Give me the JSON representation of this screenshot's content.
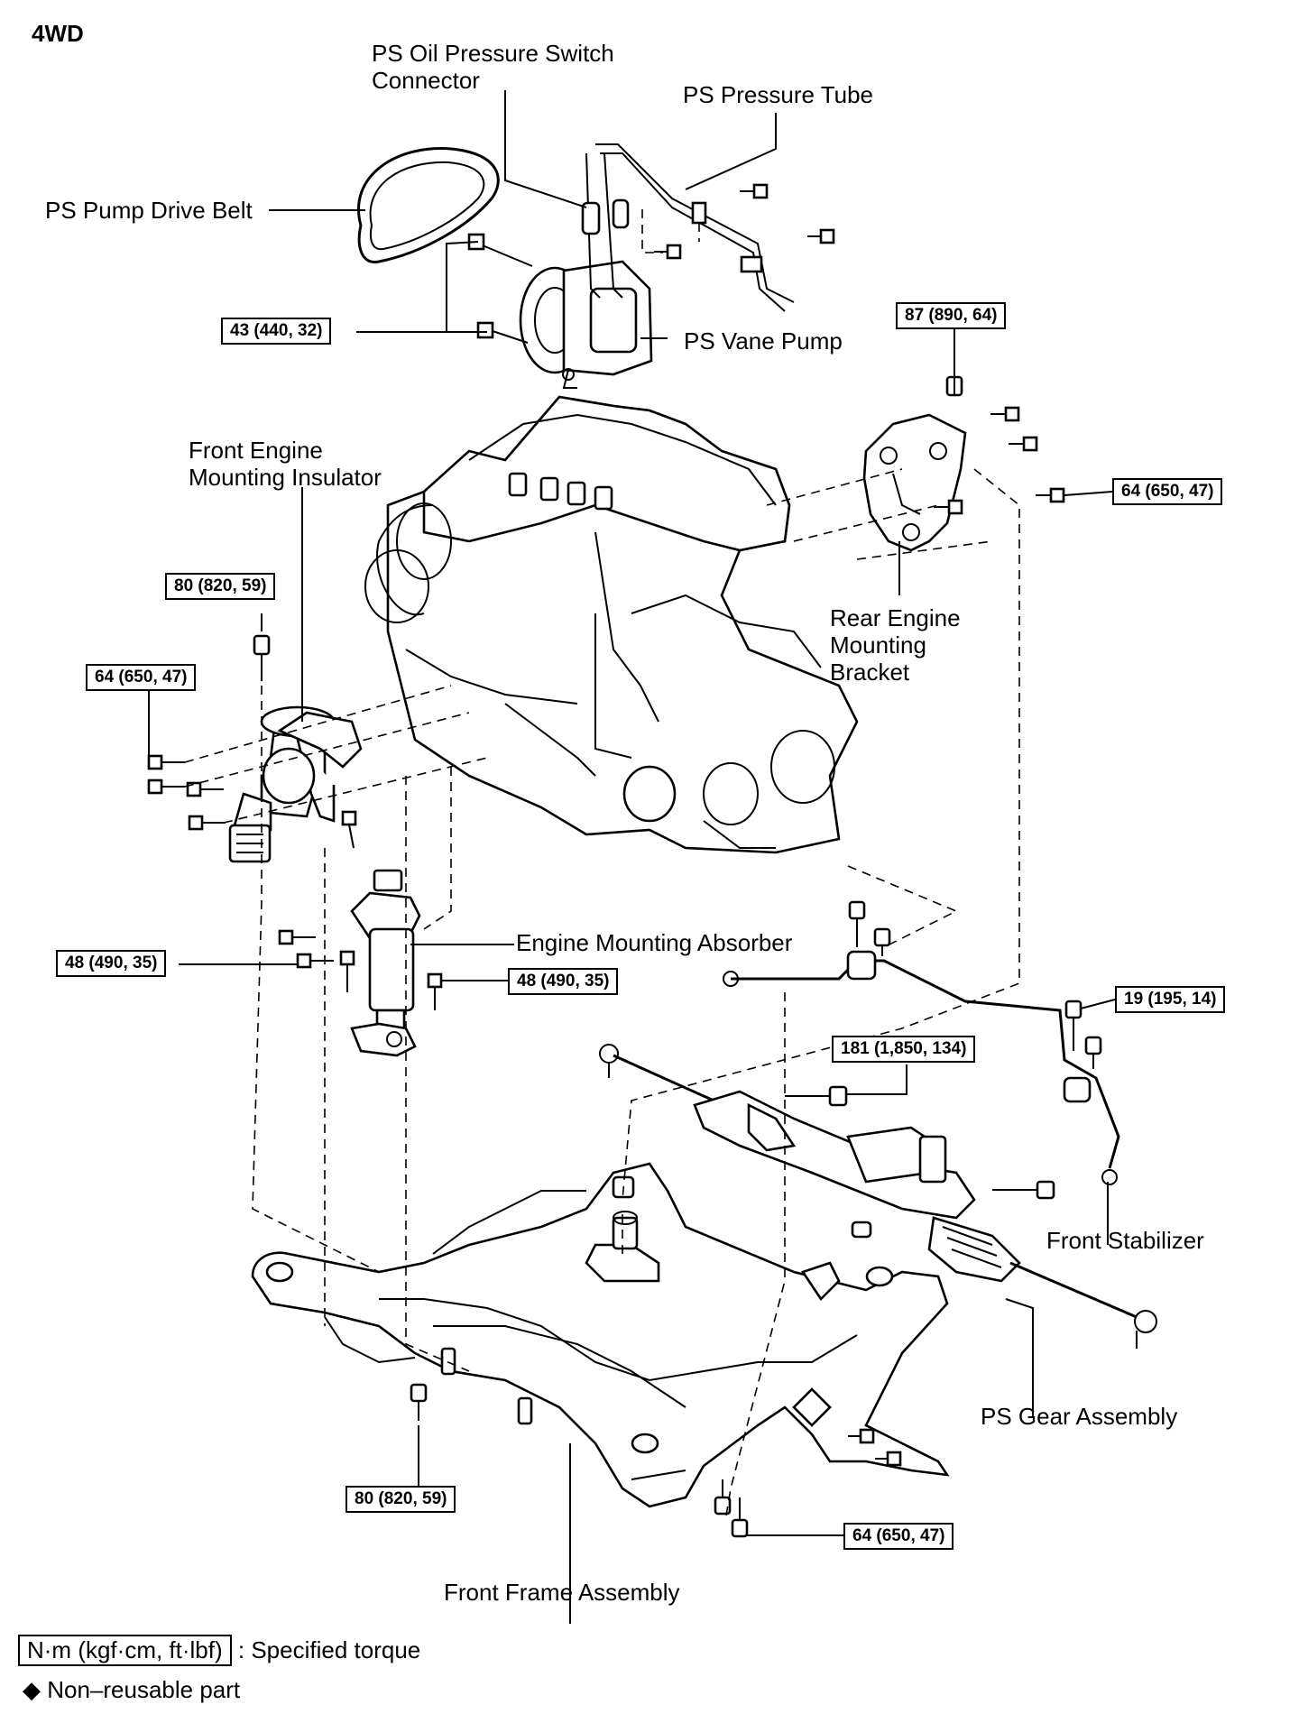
{
  "view_tag": "4WD",
  "labels": {
    "ps_oil_pressure_switch": [
      "PS Oil Pressure Switch",
      "Connector"
    ],
    "ps_pressure_tube": "PS Pressure Tube",
    "ps_pump_drive_belt": "PS Pump Drive Belt",
    "ps_vane_pump": "PS Vane Pump",
    "front_engine_mounting_insulator": [
      "Front Engine",
      "Mounting Insulator"
    ],
    "rear_engine_mounting_bracket": [
      "Rear Engine",
      "Mounting",
      "Bracket"
    ],
    "engine_mounting_absorber": "Engine Mounting Absorber",
    "front_stabilizer": "Front Stabilizer",
    "ps_gear_assembly": "PS Gear Assembly",
    "front_frame_assembly": "Front Frame Assembly"
  },
  "torques": {
    "vane_pump_bolts": "43 (440, 32)",
    "rear_bracket_nut": "87 (890, 64)",
    "rear_bracket_bolts": "64 (650, 47)",
    "front_insulator_top": "80 (820, 59)",
    "front_insulator_side": "64 (650, 47)",
    "absorber_left": "48 (490, 35)",
    "absorber_right": "48 (490, 35)",
    "stabilizer_bracket": "19 (195, 14)",
    "gear_assembly_bolt": "181 (1,850, 134)",
    "frame_left": "80 (820, 59)",
    "frame_right": "64 (650, 47)"
  },
  "legend": {
    "torque_unit": "N·m (kgf·cm, ft·lbf)",
    "torque_desc": ": Specified torque",
    "nonreusable_symbol": "◆",
    "nonreusable_desc": "Non–reusable part"
  }
}
